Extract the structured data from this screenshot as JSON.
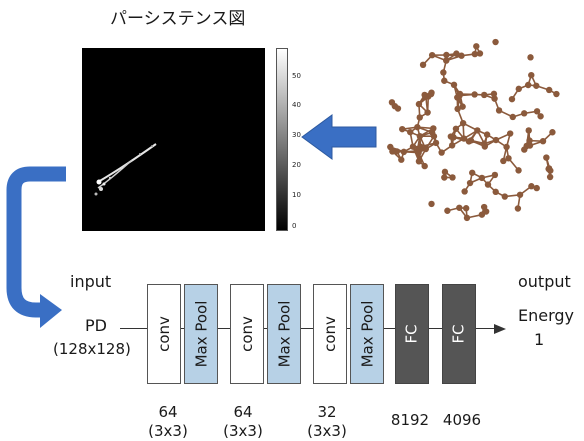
{
  "title": "パーシステンス図",
  "colorbar": {
    "ticks": [
      "50",
      "40",
      "30",
      "20",
      "10",
      "0"
    ]
  },
  "input": {
    "label": "input",
    "name": "PD",
    "dims": "(128x128)"
  },
  "output": {
    "label": "output",
    "name": "Energy",
    "dims": "1"
  },
  "layers": [
    {
      "type": "conv",
      "label": "conv"
    },
    {
      "type": "pool",
      "label": "Max Pool"
    },
    {
      "type": "conv",
      "label": "conv"
    },
    {
      "type": "pool",
      "label": "Max Pool"
    },
    {
      "type": "conv",
      "label": "conv"
    },
    {
      "type": "pool",
      "label": "Max Pool"
    },
    {
      "type": "fc",
      "label": "FC"
    },
    {
      "type": "fc",
      "label": "FC"
    }
  ],
  "sizes": [
    {
      "n": "64",
      "k": "(3x3)"
    },
    {
      "n": "64",
      "k": "(3x3)"
    },
    {
      "n": "32",
      "k": "(3x3)"
    },
    {
      "n": "8192",
      "k": ""
    },
    {
      "n": "4096",
      "k": ""
    }
  ],
  "colors": {
    "pool": "#b7d1e6",
    "fc": "#555555",
    "arrow": "#3a6fc4",
    "atom": "#8b5a3c"
  }
}
